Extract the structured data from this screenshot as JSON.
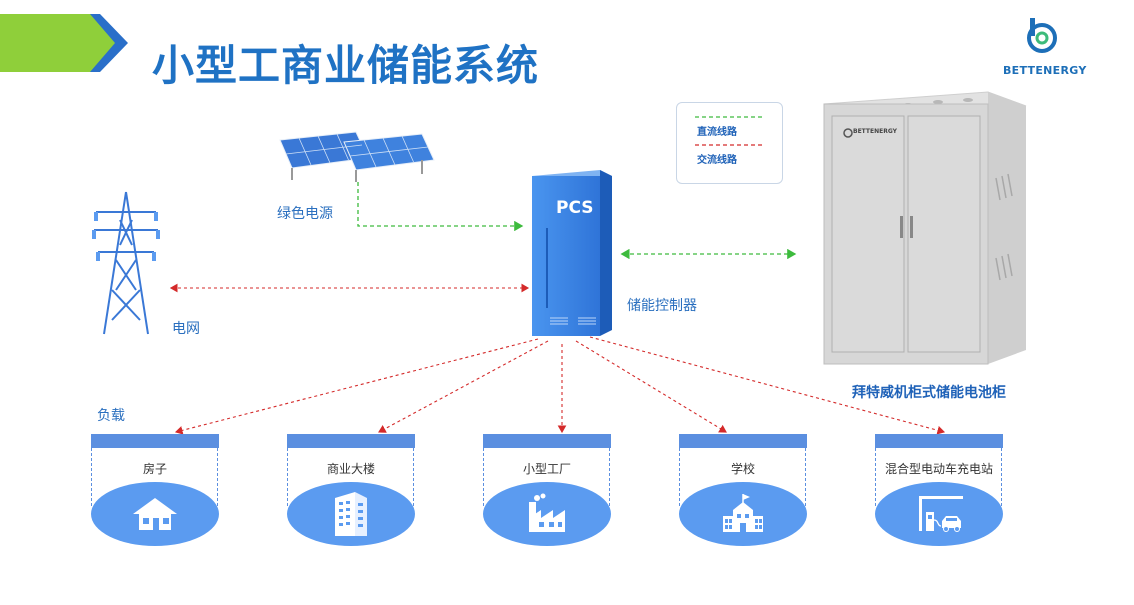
{
  "title": "小型工商业储能系统",
  "brand": {
    "name": "BETTENERGY"
  },
  "legend": {
    "dc": "直流线路",
    "ac": "交流线路"
  },
  "labels": {
    "green_power": "绿色电源",
    "grid": "电网",
    "pcs_text": "PCS",
    "pcs": "储能控制器",
    "cabinet": "拜特威机柜式储能电池柜",
    "cabinet_logo": "BETTENERGY",
    "load": "负载"
  },
  "loads": [
    {
      "label": "房子",
      "icon": "house-icon"
    },
    {
      "label": "商业大楼",
      "icon": "building-icon"
    },
    {
      "label": "小型工厂",
      "icon": "factory-icon"
    },
    {
      "label": "学校",
      "icon": "school-icon"
    },
    {
      "label": "混合型电动车充电站",
      "icon": "ev-charging-icon"
    }
  ],
  "colors": {
    "title": "#1f72c4",
    "dc_line": "#3dbb3d",
    "ac_line": "#d42a2a",
    "load_fill": "#5b9bf0",
    "load_bar": "#5b8fe0",
    "banner": "#8fcf3a"
  }
}
